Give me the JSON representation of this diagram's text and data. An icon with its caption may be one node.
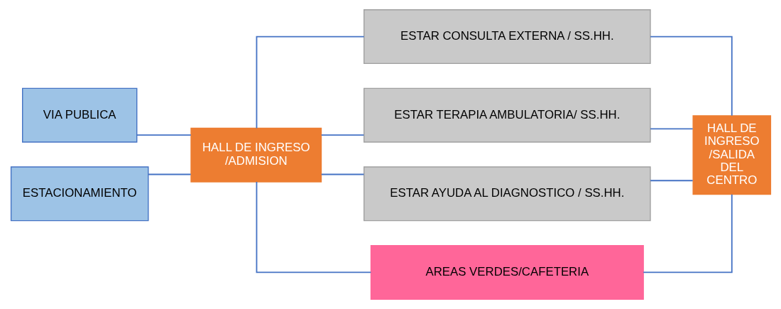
{
  "diagram": {
    "nodes": [
      {
        "text": [
          "VIA PUBLICA"
        ]
      },
      {
        "text": [
          "ESTACIONAMIENTO"
        ]
      },
      {
        "text": [
          "HALL DE INGRESO /ADMISION"
        ]
      },
      {
        "text": [
          "ESTAR CONSULTA EXTERNA / SS.HH."
        ]
      },
      {
        "text": [
          "ESTAR TERAPIA AMBULATORIA/ SS.HH."
        ]
      },
      {
        "text": [
          "ESTAR AYUDA AL DIAGNOSTICO / SS.HH."
        ]
      },
      {
        "text": [
          "AREAS VERDES/CAFETERIA"
        ]
      },
      {
        "text": [
          "HALL DE INGRESO /SALIDA DEL CENTRO"
        ]
      }
    ],
    "edges": [
      {
        "from": 0,
        "to": 2,
        "arrow": "none"
      },
      {
        "from": 1,
        "to": 2,
        "arrow": "none"
      },
      {
        "from": 2,
        "to": 3,
        "arrow": "none"
      },
      {
        "from": 2,
        "to": 4,
        "arrow": "none"
      },
      {
        "from": 2,
        "to": 5,
        "arrow": "none"
      },
      {
        "from": 2,
        "to": 6,
        "arrow": "none"
      },
      {
        "from": 3,
        "to": 7,
        "arrow": "none"
      },
      {
        "from": 4,
        "to": 7,
        "arrow": "none"
      },
      {
        "from": 5,
        "to": 7,
        "arrow": "none"
      },
      {
        "from": 6,
        "to": 7,
        "arrow": "none"
      }
    ]
  }
}
